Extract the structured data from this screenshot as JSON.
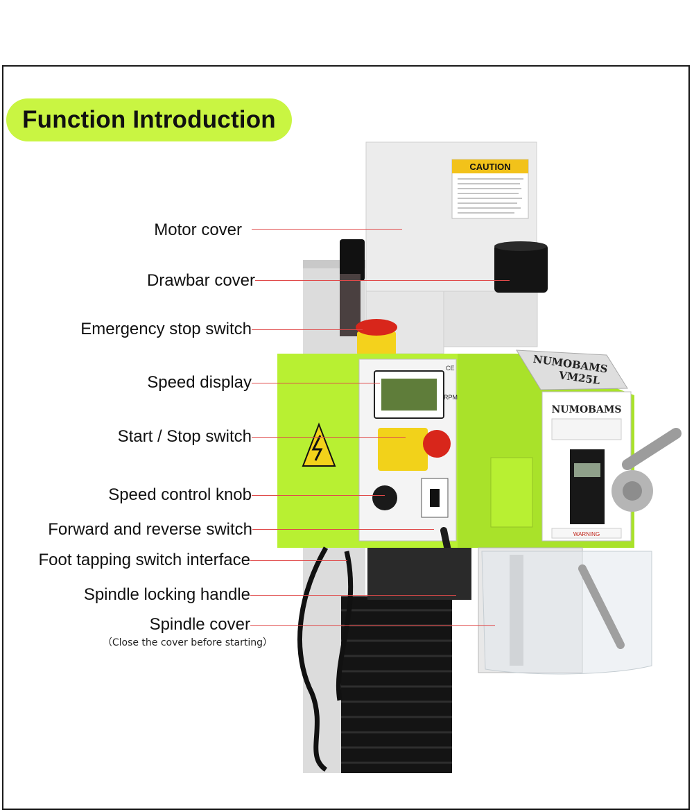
{
  "title": "Function Introduction",
  "labels": [
    {
      "text": "Motor cover"
    },
    {
      "text": "Drawbar cover"
    },
    {
      "text": "Emergency stop switch"
    },
    {
      "text": "Speed display"
    },
    {
      "text": "Start / Stop switch"
    },
    {
      "text": "Speed control knob"
    },
    {
      "text": "Forward and reverse switch"
    },
    {
      "text": "Foot tapping switch interface"
    },
    {
      "text": "Spindle locking handle"
    },
    {
      "text": "Spindle cover"
    }
  ],
  "spindle_cover_note": "（Close the cover before starting）",
  "machine": {
    "caution_title": "CAUTION",
    "brand_plate": "NUMOBAMS",
    "model_plate": "VM25L",
    "panel_brand": "NUMOBAMS",
    "rpm_label": "RPM",
    "ce_mark": "CE",
    "warning_label": "WARNING",
    "colors": {
      "body": "#b8f032",
      "cover": "#e6e6e6",
      "accent": "#c9f542",
      "leader": "#e04a4a"
    }
  }
}
